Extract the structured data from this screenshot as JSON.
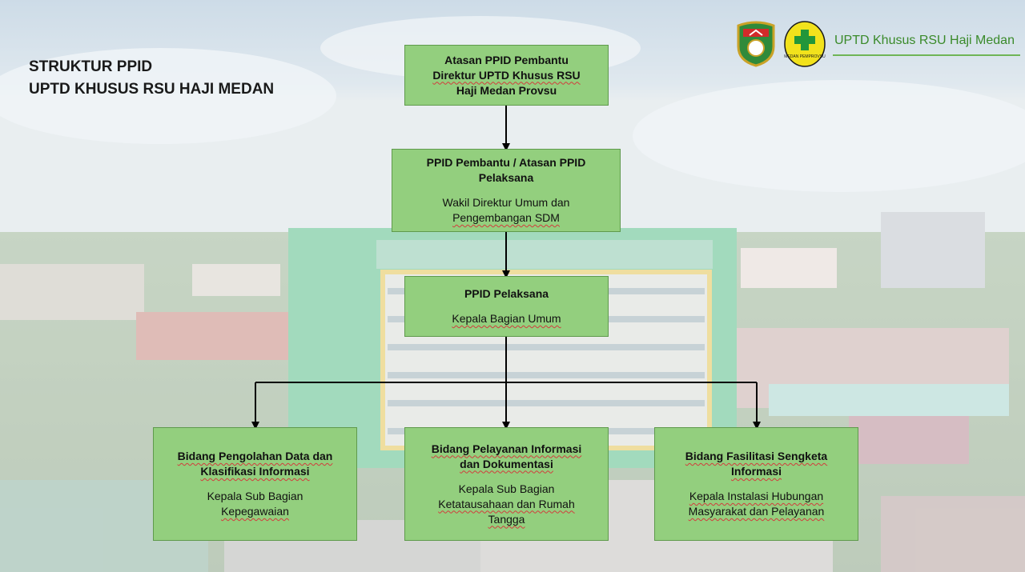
{
  "title": {
    "line1": "STRUKTUR PPID",
    "line2": "UPTD KHUSUS RSU HAJI MEDAN"
  },
  "header": {
    "hospital_name": "UPTD Khusus RSU Haji Medan",
    "logo_left_icon": "north-sumatra-emblem-icon",
    "logo_right_icon": "rsu-haji-green-cross-icon",
    "logo_right_text": "MEDAN PEMPROVSU"
  },
  "colors": {
    "node_fill": "#93cf7e",
    "node_border": "#5f9a4c",
    "arrow": "#000000",
    "accent_green": "#3a8a2a"
  },
  "nodes": {
    "top": {
      "role": [
        "Atasan PPID Pembantu",
        "Direktur UPTD Khusus RSU",
        "Haji Medan Provsu"
      ],
      "holder": []
    },
    "pembantu": {
      "role": [
        "PPID Pembantu / Atasan PPID",
        "Pelaksana"
      ],
      "holder": [
        "Wakil Direktur Umum dan",
        "Pengembangan SDM"
      ]
    },
    "pelaksana": {
      "role": [
        "PPID Pelaksana"
      ],
      "holder": [
        "Kepala Bagian Umum"
      ]
    },
    "bidang_data": {
      "role": [
        "Bidang Pengolahan Data dan",
        "Klasifikasi Informasi"
      ],
      "holder": [
        "Kepala Sub Bagian",
        "Kepegawaian"
      ]
    },
    "bidang_pelayanan": {
      "role": [
        "Bidang Pelayanan Informasi",
        "dan Dokumentasi"
      ],
      "holder": [
        "Kepala Sub Bagian",
        "Ketatausahaan dan Rumah",
        "Tangga"
      ]
    },
    "bidang_sengketa": {
      "role": [
        "Bidang Fasilitasi Sengketa",
        "Informasi"
      ],
      "holder": [
        "Kepala Instalasi Hubungan",
        "Masyarakat dan Pelayanan"
      ]
    }
  }
}
